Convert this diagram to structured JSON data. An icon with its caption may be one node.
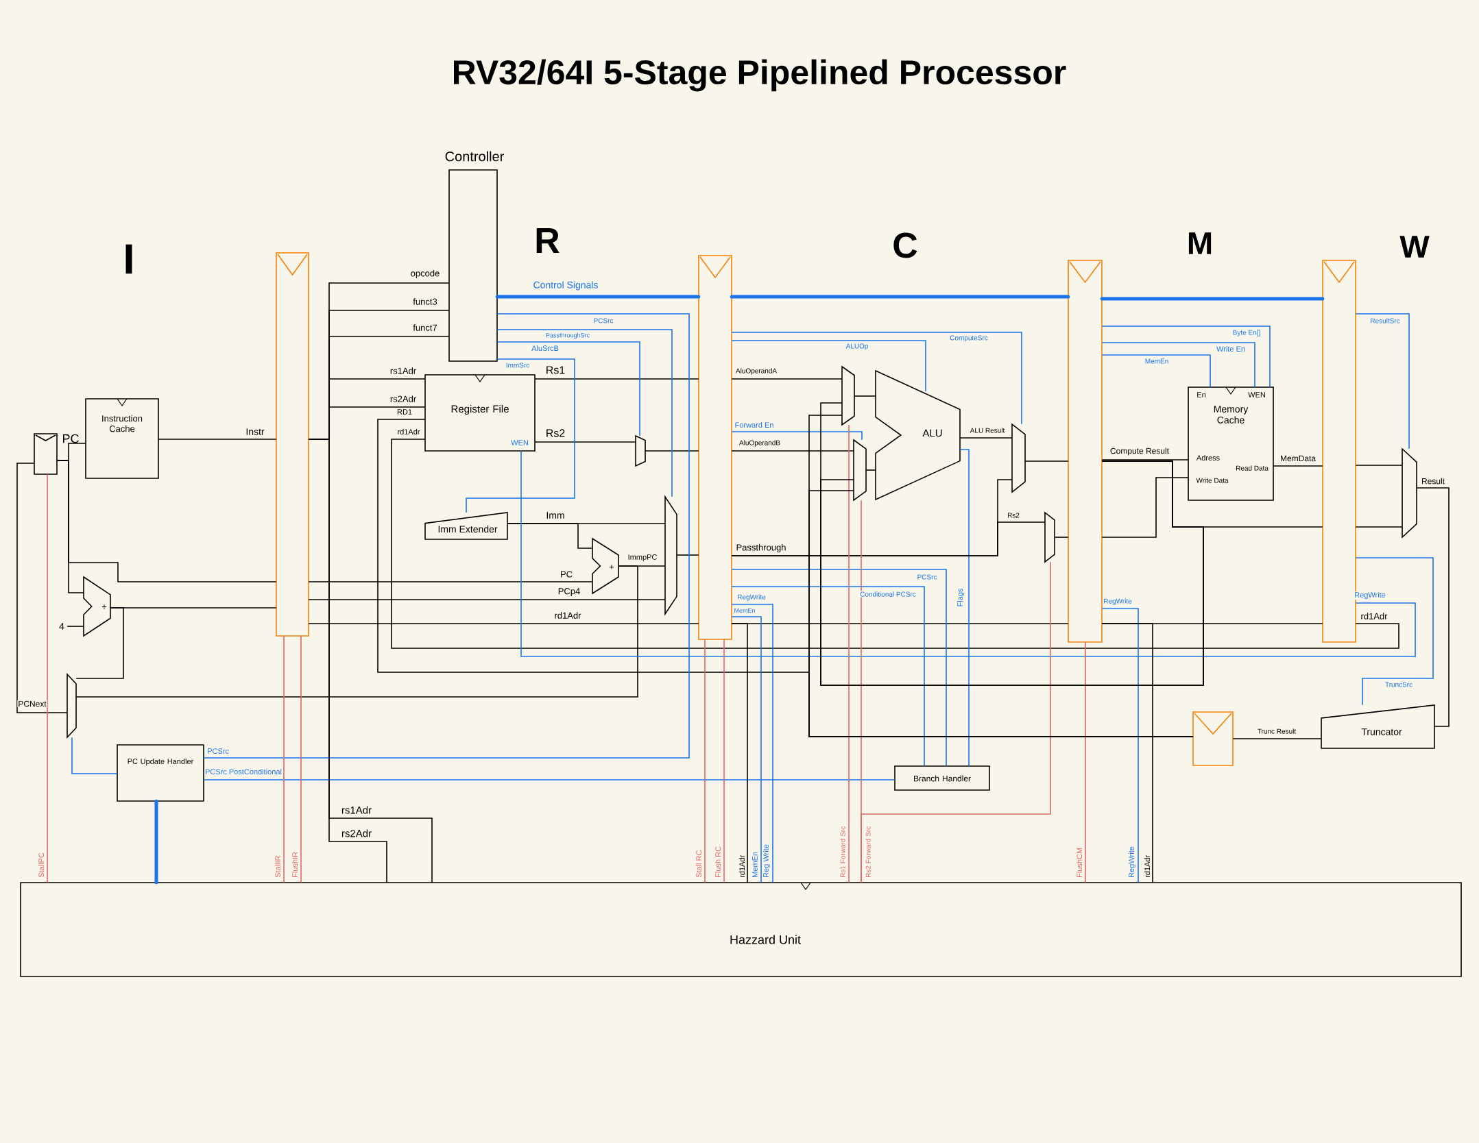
{
  "diagram": {
    "title": "RV32/64I 5-Stage Pipelined Processor",
    "nodes": [
      {
        "text": [
          "Controller"
        ]
      },
      {
        "text": [
          "Register File",
          "WEN"
        ]
      },
      {
        "text": [
          "Instruction Cache"
        ]
      },
      {
        "text": [],
        "shape": "box",
        "beside": [
          "PC"
        ]
      },
      {
        "text": [],
        "shape": "bar"
      },
      {
        "text": [],
        "shape": "bar"
      },
      {
        "text": [],
        "shape": "bar"
      },
      {
        "text": [],
        "shape": "bar"
      },
      {
        "text": [
          "Imm Extender"
        ]
      },
      {
        "text": [],
        "shape": "trapezoid"
      },
      {
        "text": [
          "+"
        ]
      },
      {
        "text": [],
        "shape": "trapezoid"
      },
      {
        "text": [
          "+"
        ]
      },
      {
        "text": [],
        "shape": "trapezoid"
      },
      {
        "text": [
          "PC Update Handler"
        ]
      },
      {
        "text": [],
        "shape": "trapezoid"
      },
      {
        "text": [],
        "shape": "trapezoid"
      },
      {
        "text": [
          "ALU"
        ]
      },
      {
        "text": [],
        "shape": "trapezoid"
      },
      {
        "text": [],
        "shape": "trapezoid"
      },
      {
        "text": [
          "Branch Handler"
        ]
      },
      {
        "text": [
          "En",
          "WEN",
          "Memory Cache",
          "Adress",
          "Read Data",
          "Write Data"
        ]
      },
      {
        "text": [],
        "shape": "trapezoid"
      },
      {
        "text": [
          "Truncator"
        ]
      },
      {
        "text": [],
        "shape": "bar"
      },
      {
        "text": [
          "Hazzard Unit"
        ]
      },
      {
        "text": [
          "4"
        ]
      }
    ],
    "edges": [
      {
        "from": 3,
        "to": 2,
        "arrow": "none"
      },
      {
        "from": 2,
        "to": 4,
        "arrow": "none",
        "label": "Instr"
      },
      {
        "from": 4,
        "to": 0,
        "arrow": "none",
        "label": "opcode"
      },
      {
        "from": 4,
        "to": 0,
        "arrow": "none",
        "label": "funct3"
      },
      {
        "from": 4,
        "to": 0,
        "arrow": "none",
        "label": "funct7"
      },
      {
        "from": 4,
        "to": 1,
        "arrow": "none",
        "label": "rs1Adr"
      },
      {
        "from": 4,
        "to": 1,
        "arrow": "none",
        "label": "rs2Adr"
      },
      {
        "from": 7,
        "to": 1,
        "arrow": "none",
        "label": "rd1Adr"
      },
      {
        "from": 24,
        "to": 1,
        "arrow": "none",
        "label": "RD1"
      },
      {
        "from": 1,
        "to": 5,
        "arrow": "none",
        "label": "Rs1"
      },
      {
        "from": 1,
        "to": 9,
        "arrow": "none",
        "label": "Rs2"
      },
      {
        "from": 9,
        "to": 5,
        "arrow": "none"
      },
      {
        "from": 8,
        "to": 11,
        "arrow": "none",
        "label": "Imm"
      },
      {
        "from": 8,
        "to": 10,
        "arrow": "none"
      },
      {
        "from": 4,
        "to": 10,
        "arrow": "none",
        "label": "PC"
      },
      {
        "from": 4,
        "to": 11,
        "arrow": "none",
        "label": "PCp4"
      },
      {
        "from": 10,
        "to": 11,
        "arrow": "none",
        "label": "ImmpPC"
      },
      {
        "from": 11,
        "to": 5,
        "arrow": "none"
      },
      {
        "from": 4,
        "to": 5,
        "arrow": "none",
        "label": "rd1Adr"
      },
      {
        "from": 5,
        "to": 6,
        "arrow": "none"
      },
      {
        "from": 6,
        "to": 7,
        "arrow": "none"
      },
      {
        "from": 12,
        "to": 4,
        "arrow": "none"
      },
      {
        "from": 3,
        "to": 12,
        "arrow": "none"
      },
      {
        "from": 3,
        "to": 4,
        "arrow": "none"
      },
      {
        "from": 26,
        "to": 12,
        "arrow": "none"
      },
      {
        "from": 12,
        "to": 13,
        "arrow": "none"
      },
      {
        "from": 13,
        "to": 3,
        "arrow": "none",
        "label": "PCNext"
      },
      {
        "from": 10,
        "to": 13,
        "arrow": "none"
      },
      {
        "from": 14,
        "to": 13,
        "arrow": "none",
        "color": "#1a73e8"
      },
      {
        "from": 0,
        "to": 14,
        "arrow": "none",
        "label": "PCSrc",
        "color": "#1a73e8"
      },
      {
        "from": 20,
        "to": 14,
        "arrow": "none",
        "label": "PCSrc PostConditional",
        "color": "#1a73e8"
      },
      {
        "from": 0,
        "to": 11,
        "arrow": "none",
        "label": "PassthroughSrc",
        "color": "#1a73e8"
      },
      {
        "from": 0,
        "to": 9,
        "arrow": "none",
        "label": "AluSrcB",
        "color": "#1a73e8"
      },
      {
        "from": 0,
        "to": 8,
        "arrow": "none",
        "label": "ImmSrc",
        "color": "#1a73e8"
      },
      {
        "from": 0,
        "to": 5,
        "arrow": "none",
        "label": "Control Signals",
        "color": "#1a73e8",
        "style": "thick"
      },
      {
        "from": 5,
        "to": 6,
        "arrow": "none",
        "color": "#1a73e8",
        "style": "thick"
      },
      {
        "from": 6,
        "to": 7,
        "arrow": "none",
        "color": "#1a73e8",
        "style": "thick"
      },
      {
        "from": 5,
        "to": 18,
        "arrow": "none",
        "label": "ComputeSrc",
        "color": "#1a73e8"
      },
      {
        "from": 5,
        "to": 17,
        "arrow": "none",
        "label": "ALUOp",
        "color": "#1a73e8"
      },
      {
        "from": 5,
        "to": 16,
        "arrow": "none",
        "label": "Forward En",
        "color": "#1a73e8"
      },
      {
        "from": 5,
        "to": 20,
        "arrow": "none",
        "label": "PCSrc",
        "color": "#1a73e8"
      },
      {
        "from": 5,
        "to": 20,
        "arrow": "none",
        "label": "Conditional PCSrc",
        "color": "#1a73e8"
      },
      {
        "from": 17,
        "to": 20,
        "arrow": "none",
        "label": "Flags",
        "color": "#1a73e8"
      },
      {
        "from": 5,
        "to": 15,
        "arrow": "none",
        "label": "AluOperandA"
      },
      {
        "from": 5,
        "to": 16,
        "arrow": "none",
        "label": "AluOperandB"
      },
      {
        "from": 15,
        "to": 17,
        "arrow": "none"
      },
      {
        "from": 16,
        "to": 17,
        "arrow": "none"
      },
      {
        "from": 17,
        "to": 18,
        "arrow": "none",
        "label": "ALU Result"
      },
      {
        "from": 5,
        "to": 18,
        "arrow": "none",
        "label": "Passthrough"
      },
      {
        "from": 5,
        "to": 19,
        "arrow": "none",
        "label": "Rs2"
      },
      {
        "from": 18,
        "to": 6,
        "arrow": "none"
      },
      {
        "from": 19,
        "to": 6,
        "arrow": "none"
      },
      {
        "from": 6,
        "to": 21,
        "arrow": "none",
        "label": "Compute Result"
      },
      {
        "from": 6,
        "to": 21,
        "arrow": "none"
      },
      {
        "from": 6,
        "to": 21,
        "arrow": "none",
        "label": "MemEn",
        "color": "#1a73e8"
      },
      {
        "from": 6,
        "to": 21,
        "arrow": "none",
        "label": "Write En",
        "color": "#1a73e8"
      },
      {
        "from": 6,
        "to": 21,
        "arrow": "none",
        "label": "Byte En[]",
        "color": "#1a73e8"
      },
      {
        "from": 21,
        "to": 7,
        "arrow": "none",
        "label": "MemData"
      },
      {
        "from": 6,
        "to": 7,
        "arrow": "none"
      },
      {
        "from": 7,
        "to": 22,
        "arrow": "none"
      },
      {
        "from": 7,
        "to": 22,
        "arrow": "none"
      },
      {
        "from": 7,
        "to": 22,
        "arrow": "none",
        "label": "ResultSrc",
        "color": "#1a73e8"
      },
      {
        "from": 22,
        "to": 23,
        "arrow": "none",
        "label": "Result"
      },
      {
        "from": 7,
        "to": 23,
        "arrow": "none",
        "label": "TruncSrc",
        "color": "#1a73e8"
      },
      {
        "from": 7,
        "to": 1,
        "arrow": "none",
        "label": "RegWrite",
        "color": "#1a73e8"
      },
      {
        "from": 23,
        "to": 24,
        "arrow": "none",
        "label": "Trunc Result"
      },
      {
        "from": 5,
        "to": 25,
        "arrow": "none",
        "label": "rd1Adr"
      },
      {
        "from": 5,
        "to": 25,
        "arrow": "none",
        "label": "RegWrite",
        "color": "#1a73e8"
      },
      {
        "from": 5,
        "to": 25,
        "arrow": "none",
        "label": "MemEn",
        "color": "#1a73e8"
      },
      {
        "from": 6,
        "to": 25,
        "arrow": "none",
        "label": "RegWrite",
        "color": "#1a73e8"
      },
      {
        "from": 6,
        "to": 25,
        "arrow": "none",
        "label": "rd1Adr"
      },
      {
        "from": 25,
        "to": 3,
        "arrow": "none",
        "label": "StallPC",
        "color": "#e06666"
      },
      {
        "from": 25,
        "to": 4,
        "arrow": "none",
        "label": "StallIR",
        "color": "#e06666"
      },
      {
        "from": 25,
        "to": 4,
        "arrow": "none",
        "label": "FlushIR",
        "color": "#e06666"
      },
      {
        "from": 25,
        "to": 5,
        "arrow": "none",
        "label": "Stall RC",
        "color": "#e06666"
      },
      {
        "from": 25,
        "to": 5,
        "arrow": "none",
        "label": "Flush RC",
        "color": "#e06666"
      },
      {
        "from": 25,
        "to": 15,
        "arrow": "none",
        "label": "Rs1 Forward Src",
        "color": "#e06666"
      },
      {
        "from": 25,
        "to": 16,
        "arrow": "none",
        "label": "Rs2 Forward Src",
        "color": "#e06666"
      },
      {
        "from": 25,
        "to": 19,
        "arrow": "none",
        "color": "#e06666"
      },
      {
        "from": 25,
        "to": 6,
        "arrow": "none",
        "label": "FlushCM",
        "color": "#e06666"
      },
      {
        "from": 14,
        "to": 25,
        "arrow": "none",
        "color": "#1a73e8",
        "style": "thick"
      },
      {
        "from": 4,
        "to": 25,
        "arrow": "none",
        "label": "rs1Adr"
      },
      {
        "from": 4,
        "to": 25,
        "arrow": "none",
        "label": "rs2Adr"
      },
      {
        "from": 6,
        "to": 15,
        "arrow": "none"
      },
      {
        "from": 6,
        "to": 16,
        "arrow": "none"
      },
      {
        "from": 24,
        "to": 15,
        "arrow": "none"
      },
      {
        "from": 24,
        "to": 16,
        "arrow": "none"
      }
    ],
    "labels": [
      "I",
      "R",
      "C",
      "M",
      "W",
      "PCSrc",
      "MemEn",
      "Reg Write",
      "RegWrite",
      "rd1Adr"
    ]
  }
}
